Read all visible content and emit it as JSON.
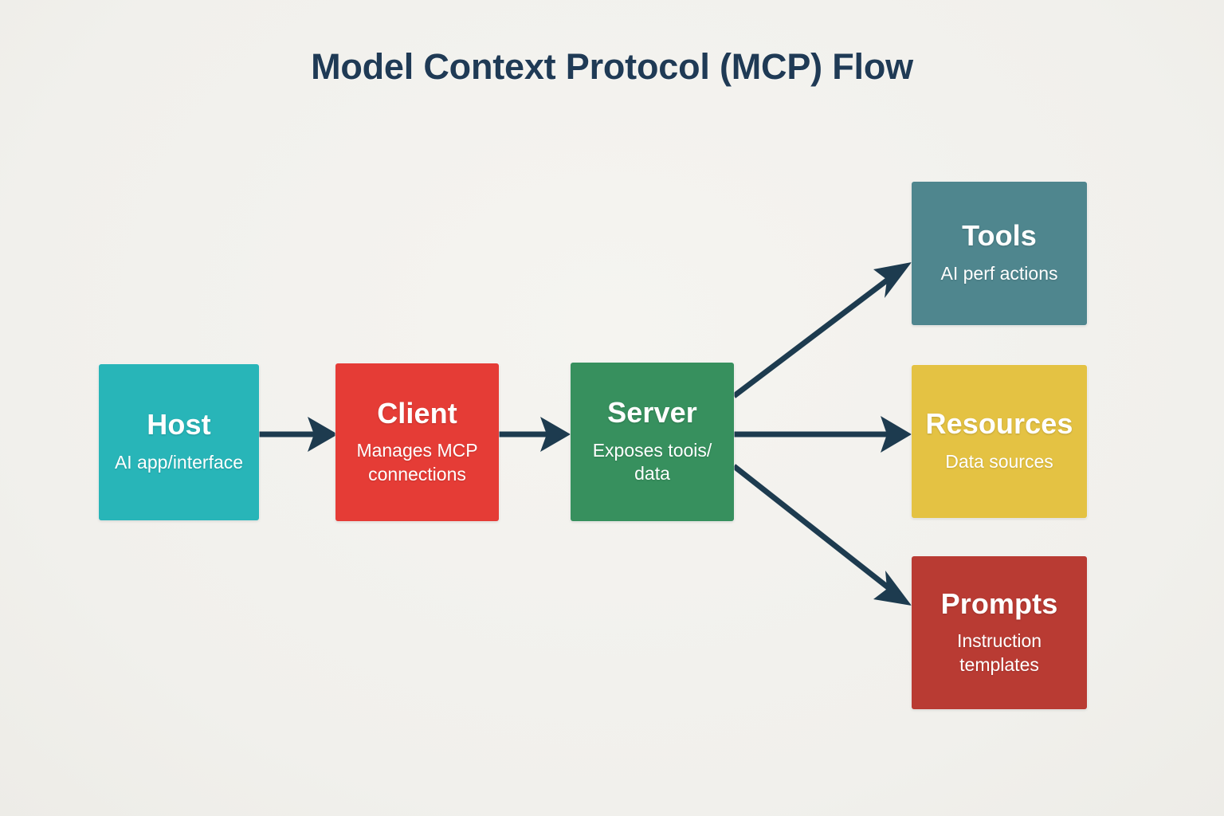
{
  "title": "Model Context Protocol (MCP) Flow",
  "theme": {
    "background": "#f3f2ee",
    "title_color": "#1f3a55",
    "arrow_color": "#1d3b4f",
    "label_color": "#ffffff"
  },
  "diagram": {
    "type": "flow",
    "nodes": [
      {
        "id": "host",
        "title": "Host",
        "subtitle": "AI app/interface",
        "color": "#28b5b8"
      },
      {
        "id": "client",
        "title": "Client",
        "subtitle": "Manages MCP connections",
        "color": "#e53c36"
      },
      {
        "id": "server",
        "title": "Server",
        "subtitle": "Exposes toois/ data",
        "color": "#37905e"
      },
      {
        "id": "tools",
        "title": "Tools",
        "subtitle": "AI perf actions",
        "color": "#4f868e"
      },
      {
        "id": "resources",
        "title": "Resources",
        "subtitle": "Data sources",
        "color": "#e4c243"
      },
      {
        "id": "prompts",
        "title": "Prompts",
        "subtitle": "Instruction templates",
        "color": "#b93b33"
      }
    ],
    "edges": [
      {
        "id": "host-to-client",
        "from": "host",
        "to": "client",
        "style": "solid-arrow"
      },
      {
        "id": "client-to-server",
        "from": "client",
        "to": "server",
        "style": "solid-arrow"
      },
      {
        "id": "server-to-tools",
        "from": "server",
        "to": "tools",
        "style": "solid-arrow"
      },
      {
        "id": "server-to-resources",
        "from": "server",
        "to": "resources",
        "style": "solid-arrow"
      },
      {
        "id": "server-to-prompts",
        "from": "server",
        "to": "prompts",
        "style": "solid-arrow"
      }
    ]
  }
}
